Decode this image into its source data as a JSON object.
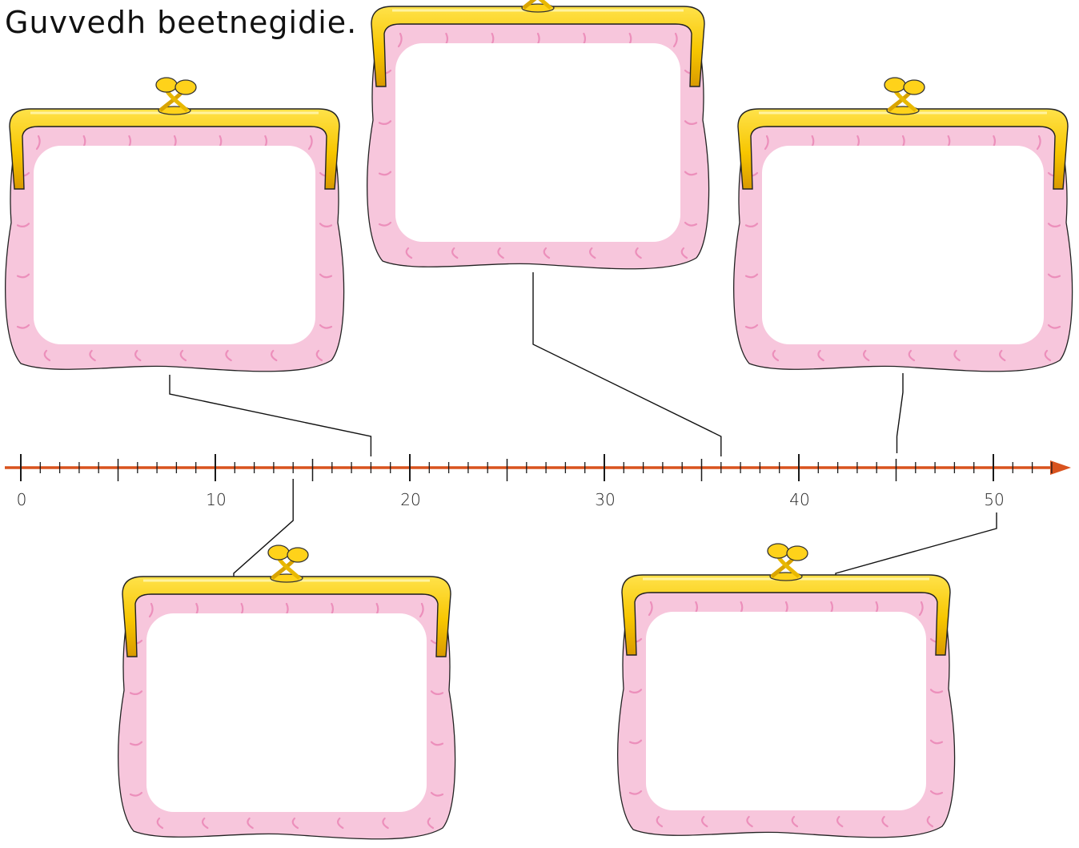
{
  "title": "Guvvedh beetnegidie.",
  "colors": {
    "axis": "#d9531e",
    "tick": "#1a1a1a",
    "purse_pink": "#f7c6dc",
    "purse_pink_dark": "#ec8fbb",
    "purse_gold": "#f7c600",
    "purse_gold_dark": "#c98e00",
    "answer_box": "#ffffff"
  },
  "number_line": {
    "min": 0,
    "max": 53,
    "minor_step": 1,
    "medium_step": 5,
    "labeled_step": 10,
    "labels": [
      "0",
      "10",
      "20",
      "30",
      "40",
      "50"
    ]
  },
  "purses": [
    {
      "id": "purse-1",
      "points_to": 18,
      "answer": ""
    },
    {
      "id": "purse-2",
      "points_to": 36,
      "answer": ""
    },
    {
      "id": "purse-3",
      "points_to": 45,
      "answer": ""
    },
    {
      "id": "purse-4",
      "points_to": 14,
      "answer": ""
    },
    {
      "id": "purse-5",
      "points_to": 50,
      "answer": ""
    }
  ]
}
